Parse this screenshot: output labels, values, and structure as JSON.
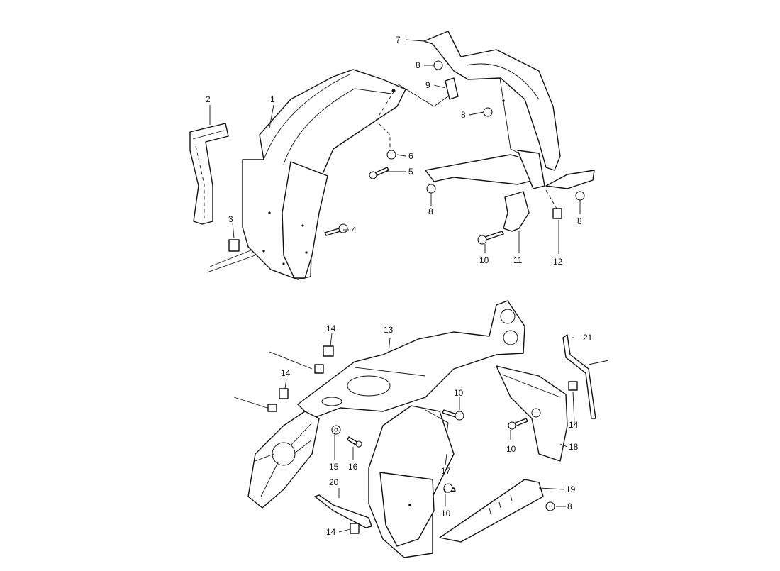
{
  "callouts": {
    "c1": "1",
    "c2": "2",
    "c3": "3",
    "c4": "4",
    "c5": "5",
    "c6": "6",
    "c7": "7",
    "c8a": "8",
    "c8b": "8",
    "c8c": "8",
    "c8d": "8",
    "c8e": "8",
    "c9": "9",
    "c10a": "10",
    "c10b": "10",
    "c10c": "10",
    "c10d": "10",
    "c11": "11",
    "c12": "12",
    "c13": "13",
    "c14a": "14",
    "c14b": "14",
    "c14c": "14",
    "c14d": "14",
    "c15": "15",
    "c16": "16",
    "c17": "17",
    "c18": "18",
    "c19": "19",
    "c20": "20",
    "c21": "21"
  }
}
